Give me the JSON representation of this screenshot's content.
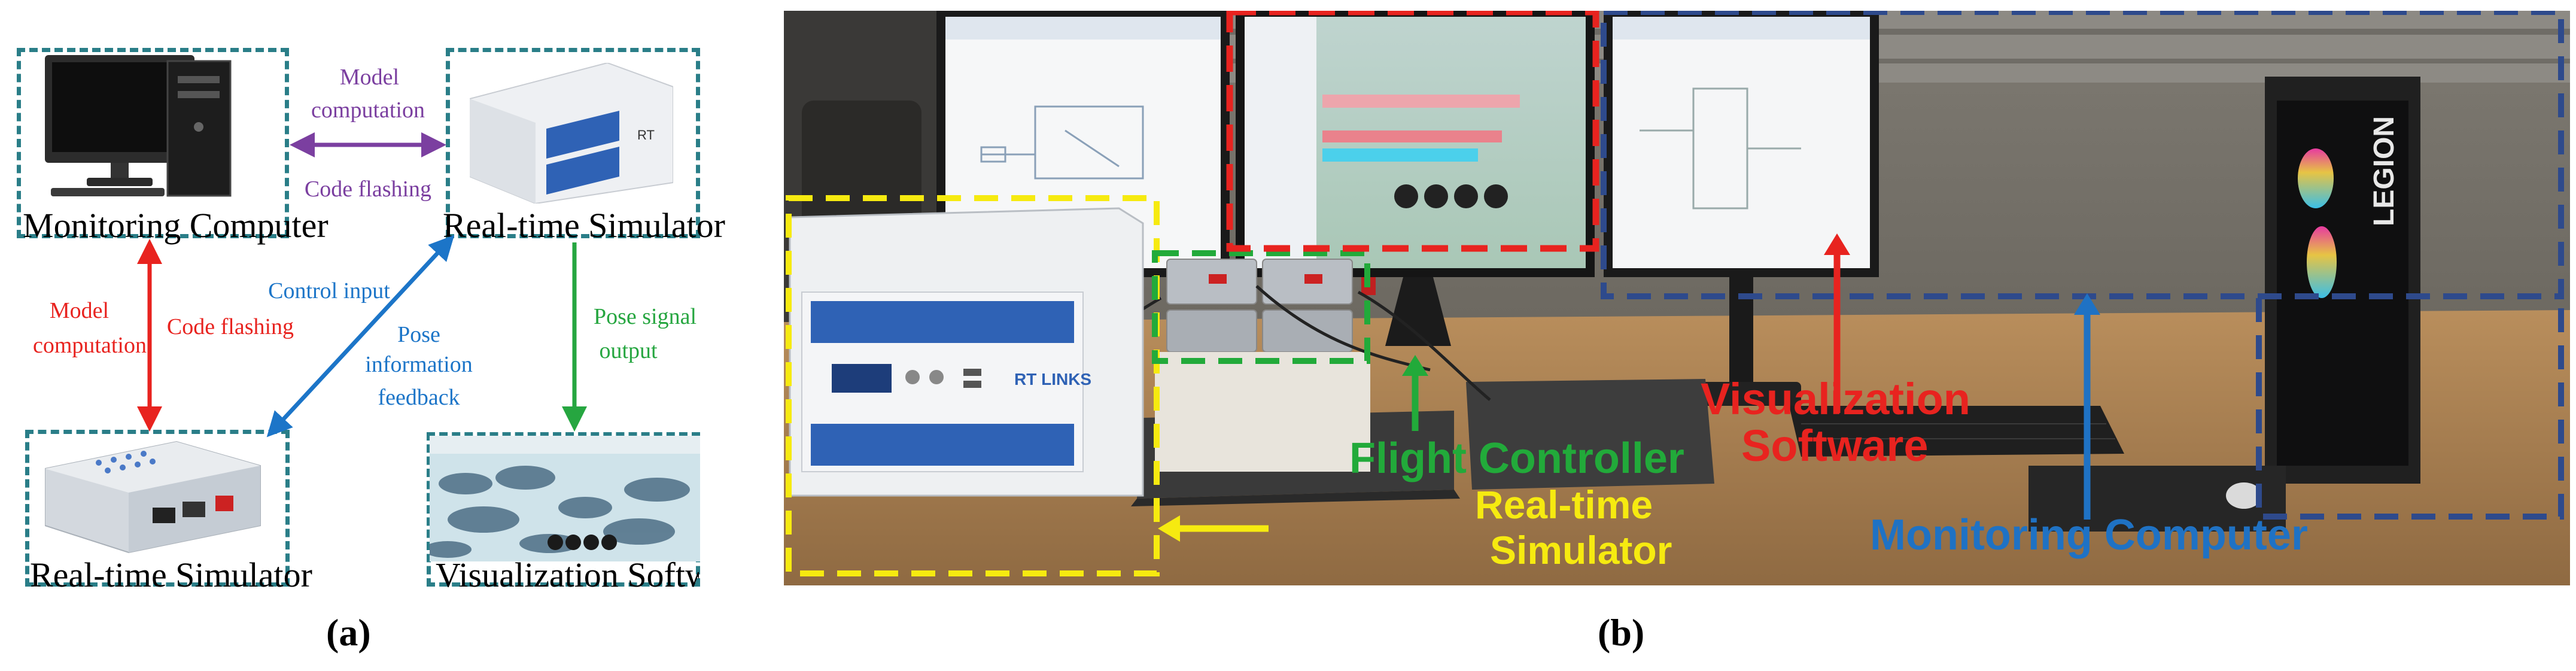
{
  "panel_a": {
    "nodes": {
      "monitoring_computer": "Monitoring Computer",
      "realtime_simulator_top": "Real-time Simulator",
      "realtime_simulator_bottom": "Real-time Simulator",
      "visualization_software": "Visualization Software"
    },
    "edges": {
      "purple_line1": "Model",
      "purple_line2": "computation",
      "purple_line3": "Code flashing",
      "red_left_line1": "Model",
      "red_left_line2": "computation",
      "red_right": "Code flashing",
      "blue_top": "Control input",
      "blue_line1": "Pose",
      "blue_line2": "information",
      "blue_line3": "feedback",
      "green_line1": "Pose signal",
      "green_line2": "output"
    },
    "caption": "(a)",
    "colors": {
      "box": "#2a7e88",
      "purple": "#7b3fa0",
      "red": "#e8231f",
      "blue": "#1c75c8",
      "green": "#26a640"
    }
  },
  "panel_b": {
    "labels": {
      "visualization_line1": "Visualization",
      "visualization_line2": "Software",
      "flight_controller": "Flight Controller",
      "realtime_line1": "Real-time",
      "realtime_line2": "Simulator",
      "monitoring_computer": "Monitoring Computer"
    },
    "device_text": {
      "brand": "RT LINKS",
      "case_logo": "LEGION"
    },
    "caption": "(b)",
    "colors": {
      "red": "#e8231f",
      "green": "#22aa3a",
      "yellow": "#f6ea10",
      "blue": "#1f5ea8",
      "navy": "#2e4a8c"
    }
  }
}
